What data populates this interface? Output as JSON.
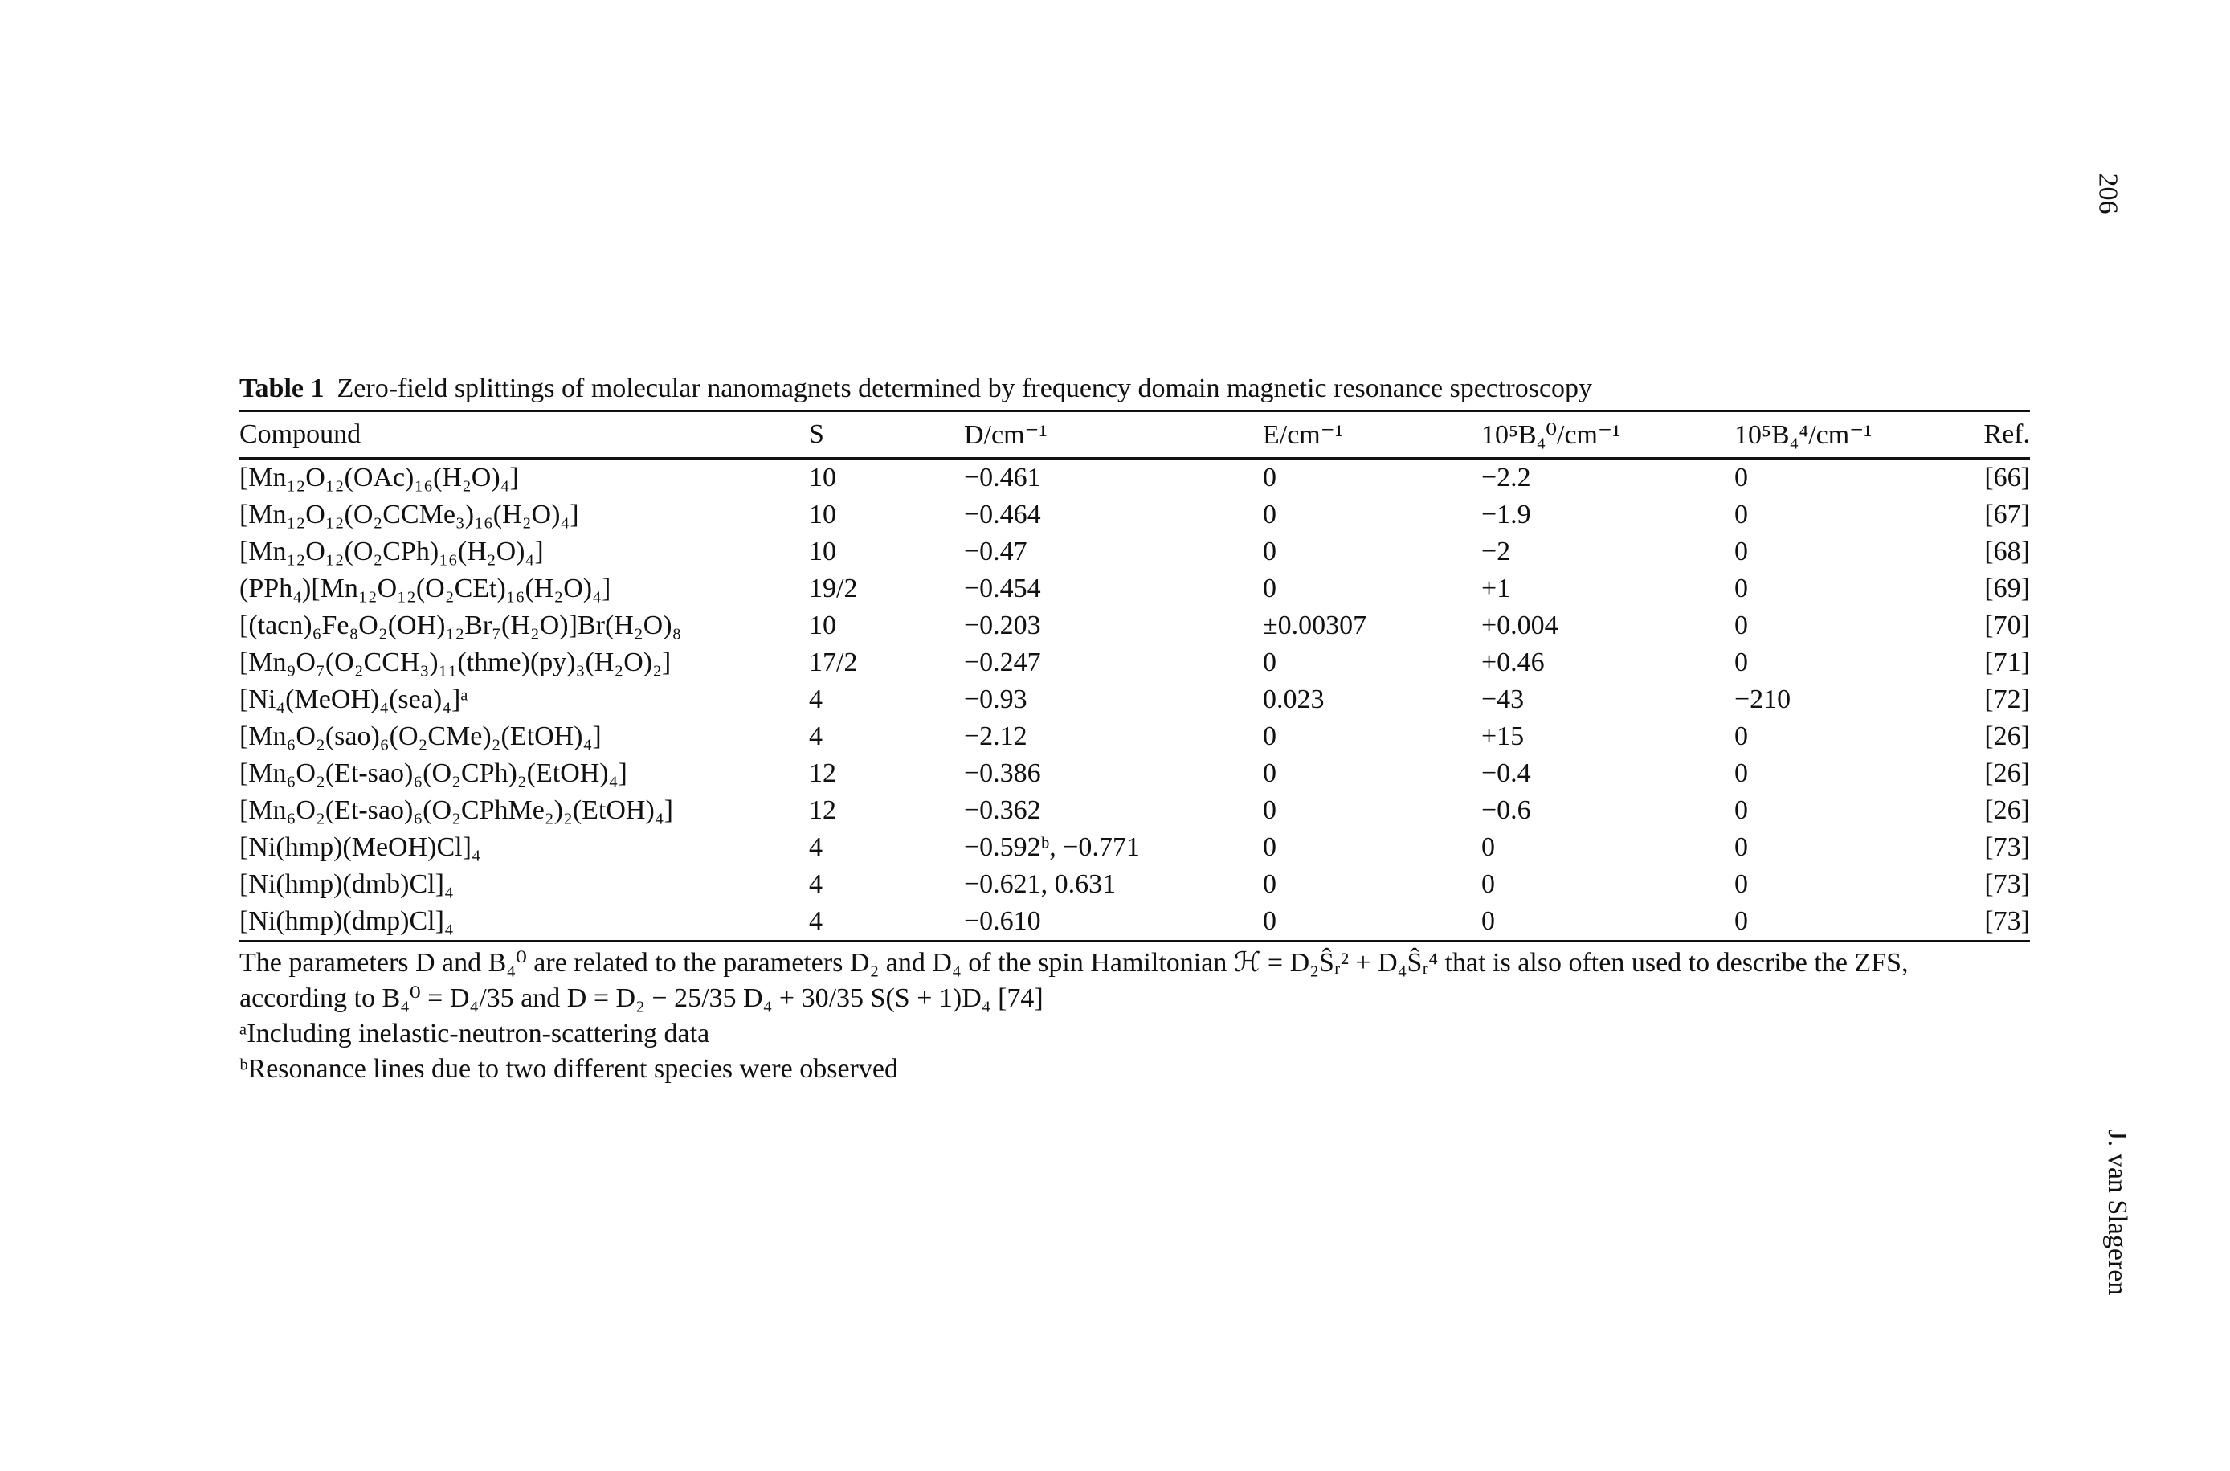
{
  "page_number": "206",
  "running_head": "J. van Slageren",
  "table": {
    "label": "Table 1",
    "caption": "Zero-field splittings of molecular nanomagnets determined by frequency domain magnetic resonance spectroscopy",
    "headers": [
      "Compound",
      "S",
      "D/cm⁻¹",
      "E/cm⁻¹",
      "10⁵B₄⁰/cm⁻¹",
      "10⁵B₄⁴/cm⁻¹",
      "Ref."
    ],
    "rows": [
      [
        "[Mn₁₂O₁₂(OAc)₁₆(H₂O)₄]",
        "10",
        "−0.461",
        "0",
        "−2.2",
        "0",
        "[66]"
      ],
      [
        "[Mn₁₂O₁₂(O₂CCMe₃)₁₆(H₂O)₄]",
        "10",
        "−0.464",
        "0",
        "−1.9",
        "0",
        "[67]"
      ],
      [
        "[Mn₁₂O₁₂(O₂CPh)₁₆(H₂O)₄]",
        "10",
        "−0.47",
        "0",
        "−2",
        "0",
        "[68]"
      ],
      [
        "(PPh₄)[Mn₁₂O₁₂(O₂CEt)₁₆(H₂O)₄]",
        "19/2",
        "−0.454",
        "0",
        "+1",
        "0",
        "[69]"
      ],
      [
        "[(tacn)₆Fe₈O₂(OH)₁₂Br₇(H₂O)]Br(H₂O)₈",
        "10",
        "−0.203",
        "±0.00307",
        "+0.004",
        "0",
        "[70]"
      ],
      [
        "[Mn₉O₇(O₂CCH₃)₁₁(thme)(py)₃(H₂O)₂]",
        "17/2",
        "−0.247",
        "0",
        "+0.46",
        "0",
        "[71]"
      ],
      [
        "[Ni₄(MeOH)₄(sea)₄]ᵃ",
        "4",
        "−0.93",
        "0.023",
        "−43",
        "−210",
        "[72]"
      ],
      [
        "[Mn₆O₂(sao)₆(O₂CMe)₂(EtOH)₄]",
        "4",
        "−2.12",
        "0",
        "+15",
        "0",
        "[26]"
      ],
      [
        "[Mn₆O₂(Et-sao)₆(O₂CPh)₂(EtOH)₄]",
        "12",
        "−0.386",
        "0",
        "−0.4",
        "0",
        "[26]"
      ],
      [
        "[Mn₆O₂(Et-sao)₆(O₂CPhMe₂)₂(EtOH)₄]",
        "12",
        "−0.362",
        "0",
        "−0.6",
        "0",
        "[26]"
      ],
      [
        "[Ni(hmp)(MeOH)Cl]₄",
        "4",
        "−0.592ᵇ, −0.771",
        "0",
        "0",
        "0",
        "[73]"
      ],
      [
        "[Ni(hmp)(dmb)Cl]₄",
        "4",
        "−0.621, 0.631",
        "0",
        "0",
        "0",
        "[73]"
      ],
      [
        "[Ni(hmp)(dmp)Cl]₄",
        "4",
        "−0.610",
        "0",
        "0",
        "0",
        "[73]"
      ]
    ],
    "notes": [
      "The parameters D and B₄⁰ are related to the parameters D₂ and D₄ of the spin Hamiltonian ℋ = D₂Ŝᵣ² + D₄Ŝᵣ⁴ that is also often used to describe the ZFS,",
      "according to B₄⁰ = D₄/35 and D = D₂ − 25/35 D₄ + 30/35 S(S + 1)D₄ [74]",
      "ᵃIncluding inelastic-neutron-scattering data",
      "ᵇResonance lines due to two different species were observed"
    ]
  }
}
